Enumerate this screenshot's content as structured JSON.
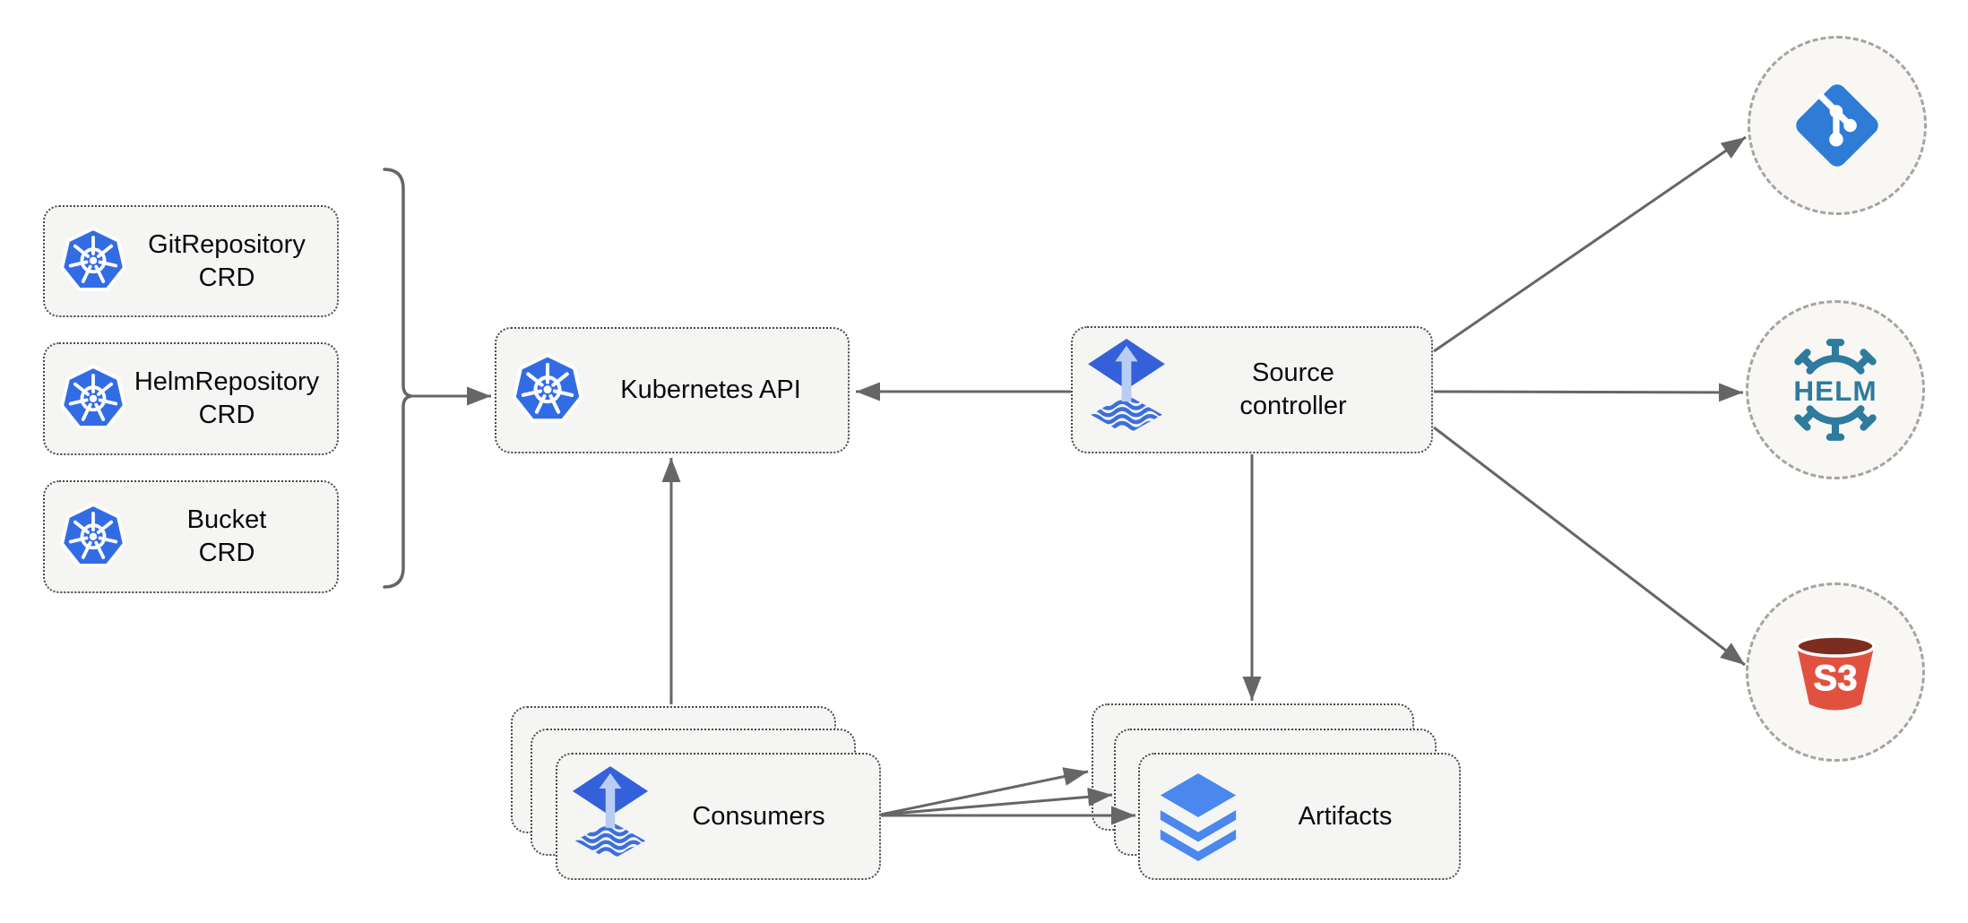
{
  "background": "#ffffff",
  "colors": {
    "kubernetes_blue": "#326ce5",
    "flux_diamond_blue": "#3461d9",
    "flux_arrow_light": "#b9cdf3",
    "flux_wave_blue": "#3b6fdc",
    "git_blue": "#2e7cd5",
    "helm_teal": "#2e7b9d",
    "s3_red": "#e0523f",
    "s3_dark_red": "#7d2d20",
    "layers_blue": "#4a88ee",
    "arrow_gray": "#666666",
    "node_fill": "#f5f5f4",
    "node_border": "#4a4a4a",
    "circle_fill": "#f8f7f4",
    "circle_border": "#a5a4a0",
    "text": "#0a0a0a"
  },
  "nodes": {
    "crd_boxes": [
      {
        "line1": "GitRepository",
        "line2": "CRD",
        "icon": "kubernetes-icon"
      },
      {
        "line1": "HelmRepository",
        "line2": "CRD",
        "icon": "kubernetes-icon"
      },
      {
        "line1": "Bucket",
        "line2": "CRD",
        "icon": "kubernetes-icon"
      }
    ],
    "kubernetes_api": {
      "label": "Kubernetes API",
      "icon": "kubernetes-icon"
    },
    "source_controller": {
      "line1": "Source",
      "line2": "controller",
      "icon": "flux-icon"
    },
    "consumers": {
      "label": "Consumers",
      "icon": "flux-icon",
      "stacked": 3
    },
    "artifacts": {
      "label": "Artifacts",
      "icon": "layers-icon",
      "stacked": 3
    },
    "external_sources": [
      {
        "name": "git",
        "icon": "git-icon",
        "text": ""
      },
      {
        "name": "helm",
        "icon": "helm-icon",
        "text": "HELM"
      },
      {
        "name": "s3",
        "icon": "s3-bucket-icon",
        "text": "S3"
      }
    ]
  },
  "edges": [
    {
      "from": "crd-bracket",
      "to": "kubernetes-api"
    },
    {
      "from": "source-controller",
      "to": "kubernetes-api"
    },
    {
      "from": "consumers",
      "to": "kubernetes-api"
    },
    {
      "from": "source-controller",
      "to": "artifacts"
    },
    {
      "from": "consumers",
      "to": "artifacts",
      "count": 3
    },
    {
      "from": "source-controller",
      "to": "git"
    },
    {
      "from": "source-controller",
      "to": "helm"
    },
    {
      "from": "source-controller",
      "to": "s3"
    }
  ]
}
